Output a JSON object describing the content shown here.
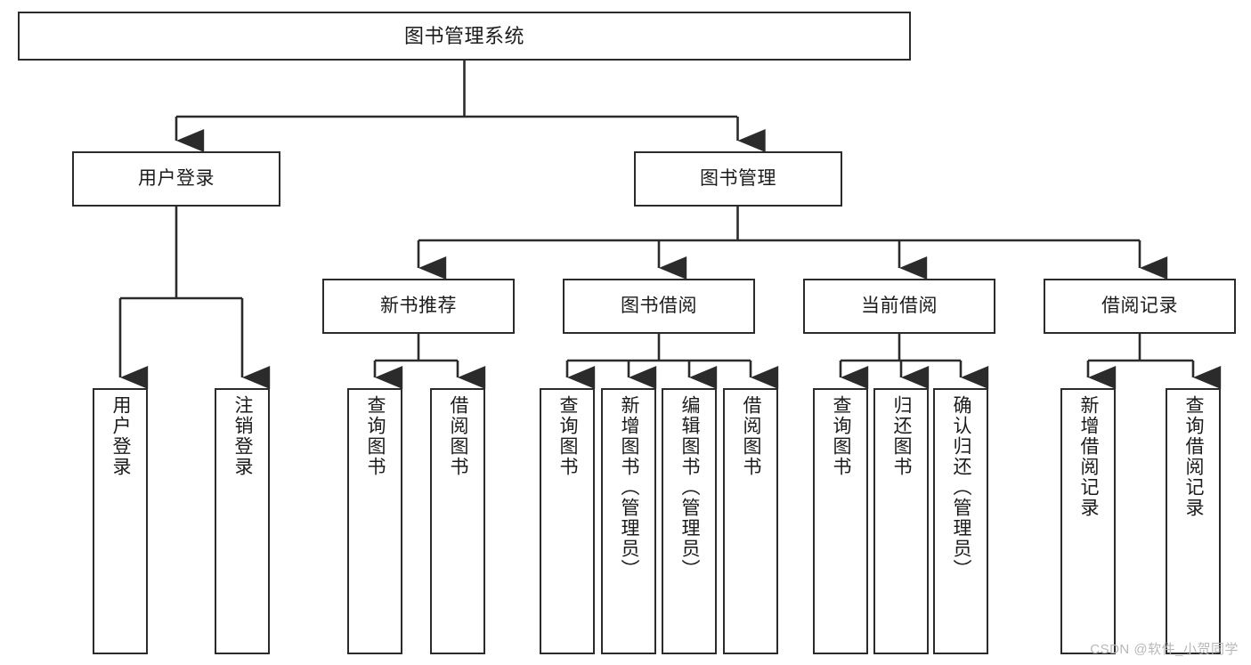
{
  "diagram": {
    "type": "tree",
    "title": "图书管理系统",
    "style": {
      "box_fill": "#ffffff",
      "box_stroke": "#2b2b2b",
      "edge_color": "#2b2b2b",
      "background": "#ffffff",
      "text_color": "#1b1b1b"
    },
    "nodes": {
      "root": {
        "label": "图书管理系统",
        "level": 0
      },
      "l1": [
        {
          "id": "user-login",
          "label": "用户登录",
          "level": 1
        },
        {
          "id": "book-manage",
          "label": "图书管理",
          "level": 1
        }
      ],
      "l2": [
        {
          "id": "new-book-rec",
          "label": "新书推荐",
          "level": 2,
          "parent": "book-manage"
        },
        {
          "id": "book-borrow",
          "label": "图书借阅",
          "level": 2,
          "parent": "book-manage"
        },
        {
          "id": "current-borrow",
          "label": "当前借阅",
          "level": 2,
          "parent": "book-manage"
        },
        {
          "id": "borrow-record",
          "label": "借阅记录",
          "level": 2,
          "parent": "book-manage"
        }
      ],
      "leaves": [
        {
          "id": "leaf-user-login",
          "label": "用户登录",
          "parent": "user-login"
        },
        {
          "id": "leaf-logout",
          "label": "注销登录",
          "parent": "user-login"
        },
        {
          "id": "leaf-query-book-1",
          "label": "查询图书",
          "parent": "new-book-rec"
        },
        {
          "id": "leaf-borrow-book-1",
          "label": "借阅图书",
          "parent": "new-book-rec"
        },
        {
          "id": "leaf-query-book-2",
          "label": "查询图书",
          "parent": "book-borrow"
        },
        {
          "id": "leaf-add-book",
          "label": "新增图书（管理员）",
          "parent": "book-borrow"
        },
        {
          "id": "leaf-edit-book",
          "label": "编辑图书（管理员）",
          "parent": "book-borrow"
        },
        {
          "id": "leaf-borrow-book-2",
          "label": "借阅图书",
          "parent": "book-borrow"
        },
        {
          "id": "leaf-query-book-3",
          "label": "查询图书",
          "parent": "current-borrow"
        },
        {
          "id": "leaf-return-book",
          "label": "归还图书",
          "parent": "current-borrow"
        },
        {
          "id": "leaf-confirm-return",
          "label": "确认归还（管理员）",
          "parent": "current-borrow"
        },
        {
          "id": "leaf-add-record",
          "label": "新增借阅记录",
          "parent": "borrow-record"
        },
        {
          "id": "leaf-query-record",
          "label": "查询借阅记录",
          "parent": "borrow-record"
        }
      ]
    }
  },
  "watermark": {
    "text": "CSDN @软件_小贺同学"
  }
}
